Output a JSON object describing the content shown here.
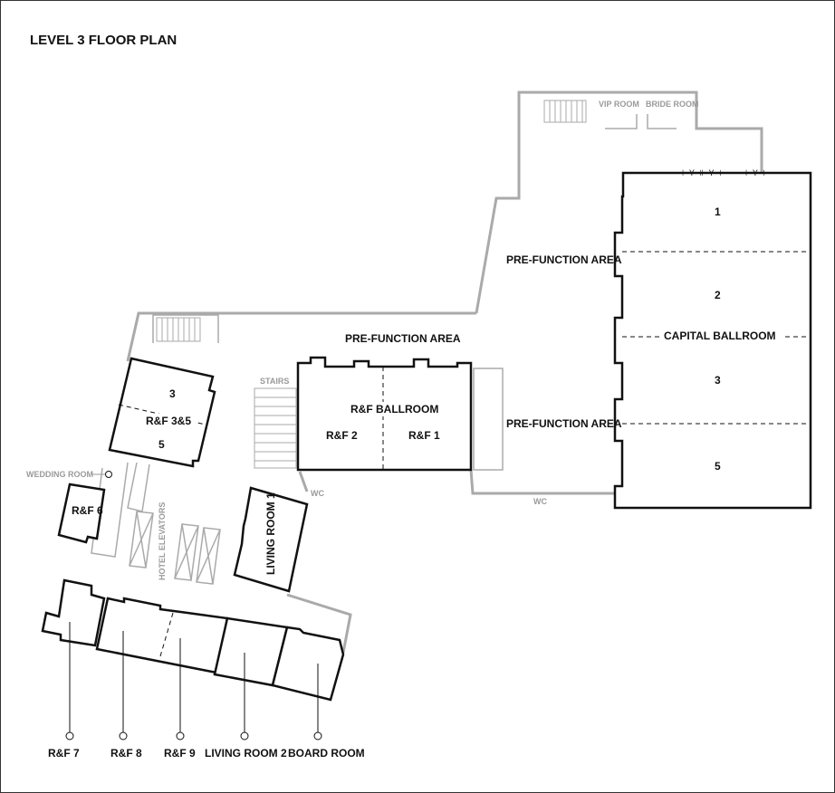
{
  "title": "LEVEL 3 FLOOR PLAN",
  "areas": {
    "vip_room": "VIP ROOM",
    "bride_room": "BRIDE ROOM",
    "pre_function_top": "PRE-FUNCTION AREA",
    "pre_function_center": "PRE-FUNCTION AREA",
    "pre_function_right": "PRE-FUNCTION AREA",
    "stairs": "STAIRS",
    "wc_center": "WC",
    "wc_right": "WC",
    "wedding_room": "WEDDING ROOM",
    "hotel_elevators": "HOTEL ELEVATORS"
  },
  "rooms": {
    "capital_ballroom": "CAPITAL BALLROOM",
    "capital_sections": [
      "1",
      "2",
      "3",
      "5"
    ],
    "rf_ballroom": "R&F BALLROOM",
    "rf2": "R&F 2",
    "rf1": "R&F 1",
    "rf35": "R&F 3&5",
    "rf35_top": "3",
    "rf35_bottom": "5",
    "rf6": "R&F 6",
    "living_room_1": "LIVING ROOM 1"
  },
  "callouts": [
    {
      "label": "R&F 7"
    },
    {
      "label": "R&F 8"
    },
    {
      "label": "R&F 9"
    },
    {
      "label": "LIVING ROOM 2"
    },
    {
      "label": "BOARD ROOM"
    }
  ]
}
